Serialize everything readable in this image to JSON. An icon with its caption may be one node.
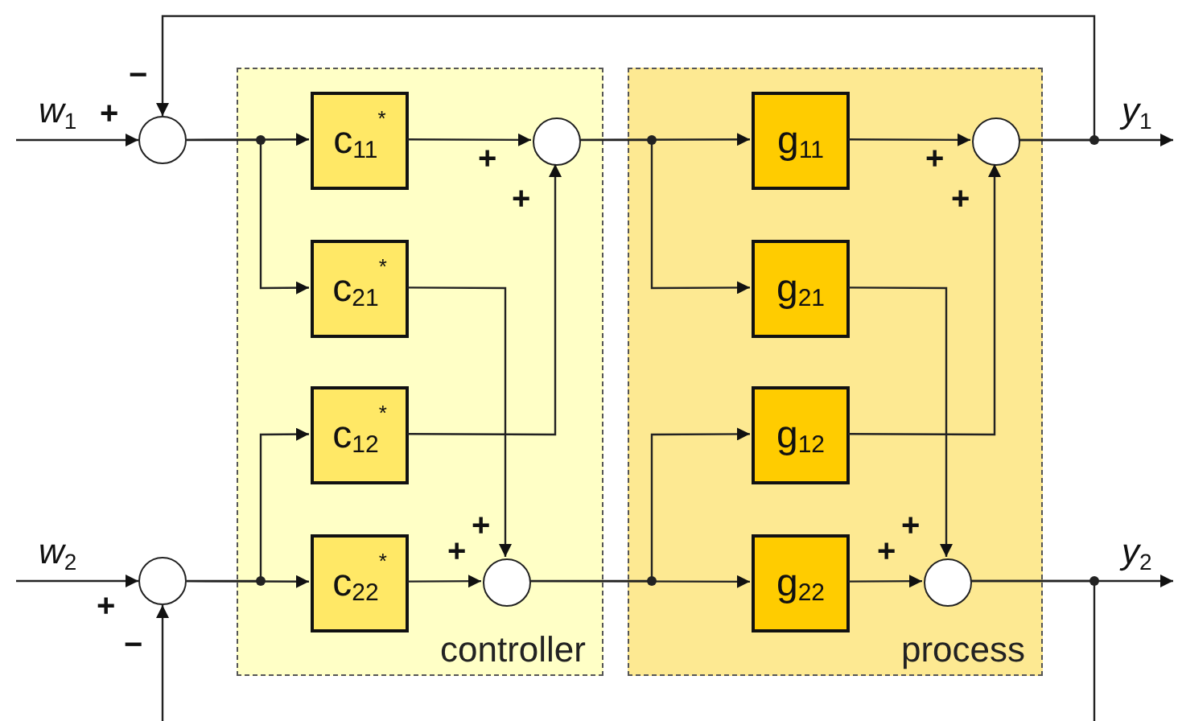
{
  "diagram": {
    "nodes": [
      {
        "text": [
          "controller"
        ]
      },
      {
        "text": [
          "process"
        ]
      },
      {
        "text": [],
        "shape": "circle"
      },
      {
        "text": [],
        "shape": "circle"
      },
      {
        "text": [
          "c$_{11}$$^{*}$"
        ],
        "in": 0
      },
      {
        "text": [
          "c$_{21}$$^{*}$"
        ],
        "in": 0
      },
      {
        "text": [
          "c$_{12}$$^{*}$"
        ],
        "in": 0
      },
      {
        "text": [
          "c$_{22}$$^{*}$"
        ],
        "in": 0
      },
      {
        "text": [],
        "shape": "circle",
        "in": 0
      },
      {
        "text": [],
        "shape": "circle",
        "in": 0
      },
      {
        "text": [
          "g$_{11}$"
        ],
        "in": 1
      },
      {
        "text": [
          "g$_{21}$"
        ],
        "in": 1
      },
      {
        "text": [
          "g$_{12}$"
        ],
        "in": 1
      },
      {
        "text": [
          "g$_{22}$"
        ],
        "in": 1
      },
      {
        "text": [],
        "shape": "circle",
        "in": 1
      },
      {
        "text": [],
        "shape": "circle",
        "in": 1
      }
    ],
    "edges": [
      {
        "from": null,
        "to": 2,
        "arrow": "to",
        "label": "*w*$_{1}$"
      },
      {
        "from": 2,
        "to": 4,
        "arrow": "to"
      },
      {
        "from": 2,
        "to": 5,
        "arrow": "to"
      },
      {
        "from": 3,
        "to": 6,
        "arrow": "to"
      },
      {
        "from": 3,
        "to": 7,
        "arrow": "to"
      },
      {
        "from": 4,
        "to": 8,
        "arrow": "to"
      },
      {
        "from": 5,
        "to": 9,
        "arrow": "to"
      },
      {
        "from": 6,
        "to": 8,
        "arrow": "to"
      },
      {
        "from": 7,
        "to": 9,
        "arrow": "to"
      },
      {
        "from": 8,
        "to": 10,
        "arrow": "to"
      },
      {
        "from": 8,
        "to": 11,
        "arrow": "to"
      },
      {
        "from": 9,
        "to": 12,
        "arrow": "to"
      },
      {
        "from": 9,
        "to": 13,
        "arrow": "to"
      },
      {
        "from": 10,
        "to": 14,
        "arrow": "to"
      },
      {
        "from": 11,
        "to": 15,
        "arrow": "to"
      },
      {
        "from": 12,
        "to": 14,
        "arrow": "to"
      },
      {
        "from": 13,
        "to": 15,
        "arrow": "to"
      },
      {
        "from": 14,
        "to": null,
        "arrow": "to",
        "label": "*y*$_{1}$"
      },
      {
        "from": 14,
        "to": 2,
        "arrow": "to"
      },
      {
        "from": 15,
        "to": null,
        "arrow": "to",
        "label": "*y*$_{2}$"
      },
      {
        "from": 15,
        "to": null,
        "arrow": "none"
      },
      {
        "from": null,
        "to": 3,
        "arrow": "to"
      },
      {
        "from": null,
        "to": 3,
        "arrow": "to",
        "label": "*w*$_{2}$"
      }
    ],
    "labels": [
      "−",
      "+",
      "+",
      "+",
      "+",
      "+",
      "+",
      "+",
      "+",
      "+",
      "+",
      "−"
    ]
  }
}
